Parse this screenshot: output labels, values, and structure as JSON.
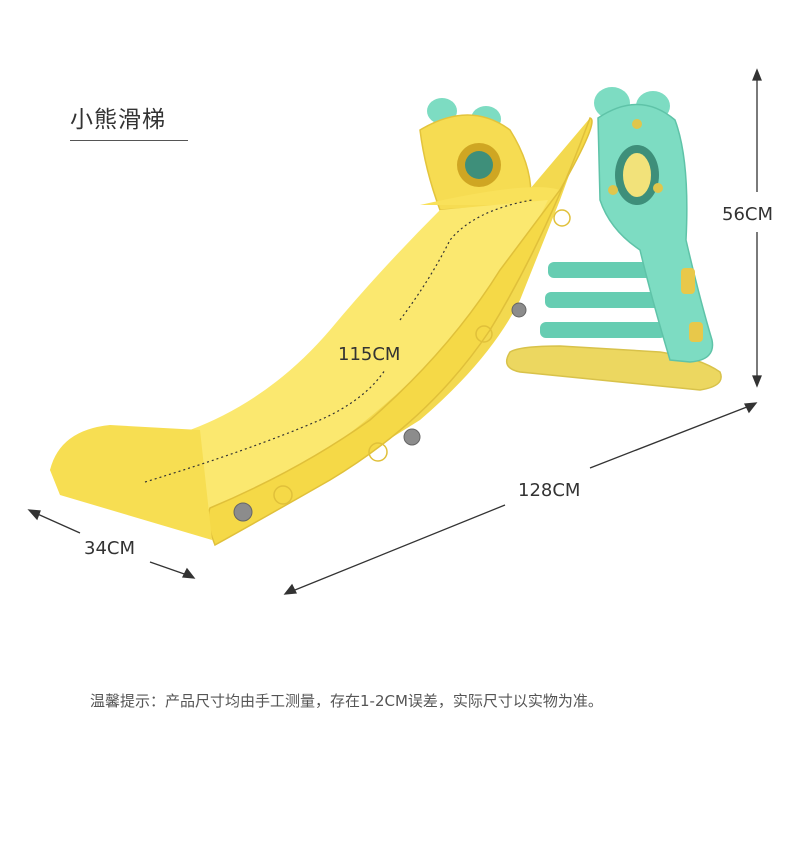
{
  "product": {
    "title": "小熊滑梯",
    "illustration": "bear-slide-illustration",
    "colors": {
      "slide": "#f9e15a",
      "slide_shadow": "#e9c63a",
      "frame": "#7ddcc2",
      "base": "#ecd760"
    }
  },
  "dimensions": {
    "height": "56CM",
    "length": "128CM",
    "width": "34CM",
    "slide_length": "115CM"
  },
  "note": "温馨提示：产品尺寸均由手工测量，存在1-2CM误差，实际尺寸以实物为准。"
}
